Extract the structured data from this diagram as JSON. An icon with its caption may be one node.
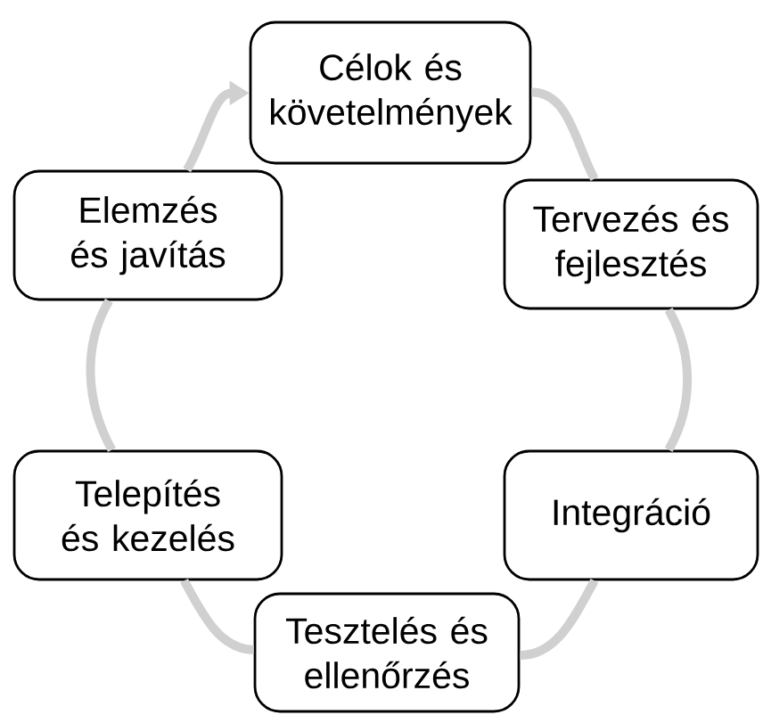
{
  "diagram": {
    "nodes": [
      {
        "text": [
          "Célok és követelmények"
        ]
      },
      {
        "text": [
          "Tervezés és fejlesztés"
        ]
      },
      {
        "text": [
          "Integráció"
        ]
      },
      {
        "text": [
          "Tesztelés és ellenőrzés"
        ]
      },
      {
        "text": [
          "Telepítés és kezelés"
        ]
      },
      {
        "text": [
          "Elemzés és javítás"
        ]
      }
    ],
    "edges": [
      {
        "from": 0,
        "to": 1,
        "arrow": "none"
      },
      {
        "from": 1,
        "to": 2,
        "arrow": "none"
      },
      {
        "from": 2,
        "to": 3,
        "arrow": "none"
      },
      {
        "from": 3,
        "to": 4,
        "arrow": "none"
      },
      {
        "from": 4,
        "to": 5,
        "arrow": "none"
      },
      {
        "from": 5,
        "to": 0,
        "arrow": "to"
      }
    ]
  }
}
